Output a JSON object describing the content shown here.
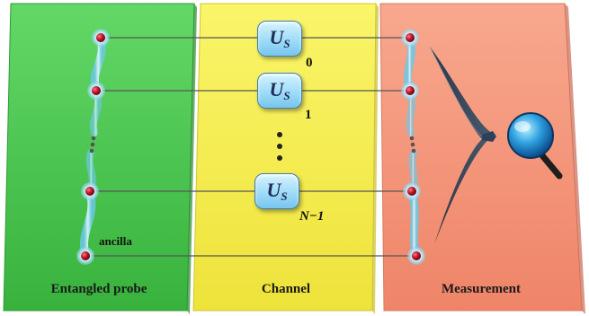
{
  "panels": {
    "left_label": "Entangled probe",
    "middle_label": "Channel",
    "right_label": "Measurement"
  },
  "probe": {
    "ancilla_label": "ancilla"
  },
  "channel": {
    "operator_main": "U",
    "operator_sub": "S",
    "indices": [
      "0",
      "1",
      "N−1"
    ]
  },
  "colors": {
    "left_panel": "#4ccc50",
    "middle_panel": "#f7f45a",
    "right_panel": "#f59a80",
    "qubit": "#b3122a",
    "bond": "#8fd9f0",
    "operator_box": "#9fdcf7"
  },
  "icons": [
    "magnifier-icon",
    "funnel-horn"
  ]
}
